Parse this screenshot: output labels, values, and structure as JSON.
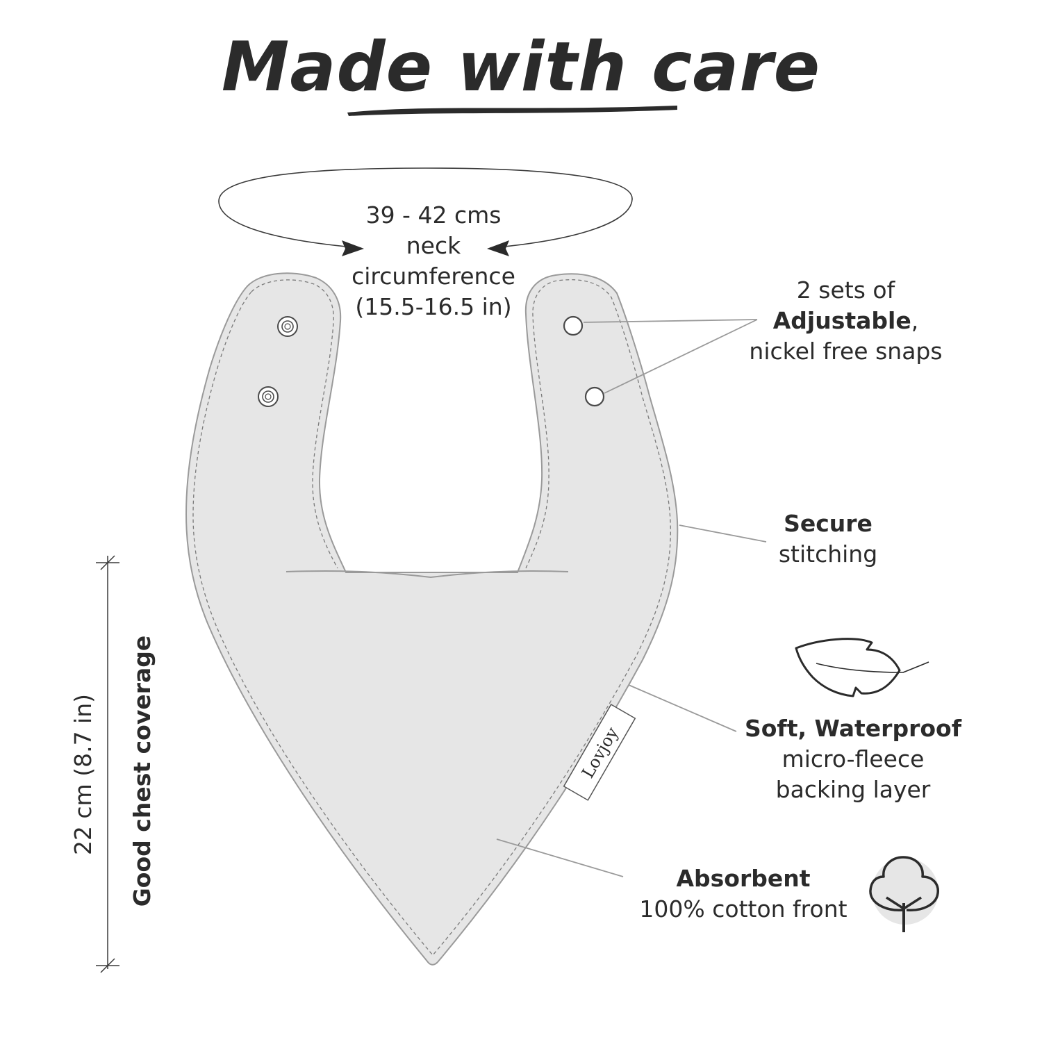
{
  "title": "Made with care",
  "neck": {
    "line1": "39 - 42 cms",
    "line2": "neck",
    "line3": "circumference",
    "line4": "(15.5-16.5 in)"
  },
  "snaps": {
    "line1": "2 sets of",
    "bold": "Adjustable",
    "comma": ",",
    "line3": "nickel free snaps"
  },
  "stitching": {
    "bold": "Secure",
    "line2": "stitching"
  },
  "backing": {
    "bold": "Soft, Waterproof",
    "line2": "micro-fleece",
    "line3": "backing layer"
  },
  "front": {
    "bold": "Absorbent",
    "line2": "100% cotton front"
  },
  "coverage": {
    "size": "22 cm (8.7 in)",
    "bold": "Good chest coverage"
  },
  "label_tag": "Lovjoy",
  "icons": [
    "leaf-icon",
    "cotton-flower-icon",
    "snap-icon"
  ],
  "colors": {
    "text": "#2b2b2b",
    "bib_fill": "#e6e6e6",
    "bib_edge": "#9a9a9a",
    "stitch": "#7a7a7a",
    "leader": "#9a9a9a"
  }
}
